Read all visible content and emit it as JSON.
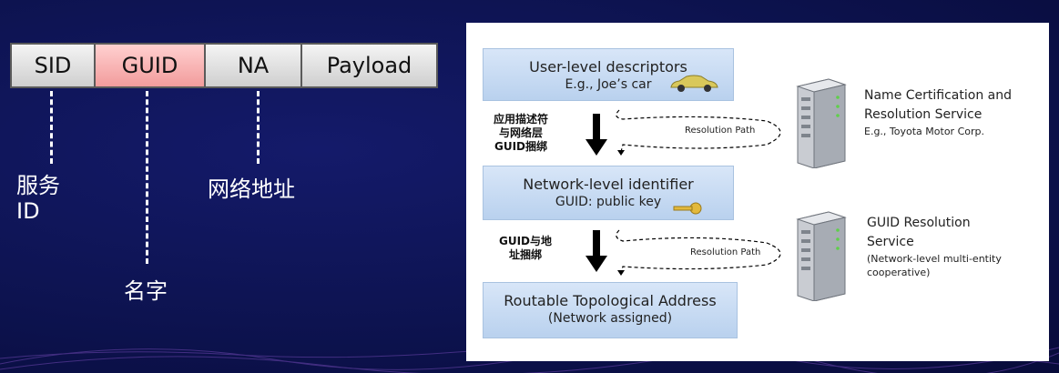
{
  "packet_fields": {
    "sid": "SID",
    "guid": "GUID",
    "na": "NA",
    "payload": "Payload"
  },
  "field_labels": {
    "sid": "服务\nID",
    "guid": "名字",
    "na": "网络地址"
  },
  "diagram": {
    "user_box": {
      "title": "User-level descriptors",
      "example": "E.g., Joe’s car",
      "icon": "car-icon"
    },
    "network_box": {
      "title": "Network-level identifier",
      "example": "GUID: public key",
      "icon": "key-icon"
    },
    "address_box": {
      "title": "Routable Topological Address",
      "example": "(Network assigned)"
    },
    "binding1": "应用描述符\n与网络层\nGUID捆绑",
    "binding2": "GUID与地\n址捆绑",
    "resolution_path_1": "Resolution Path",
    "resolution_path_2": "Resolution Path",
    "service1": {
      "line1": "Name Certification and",
      "line2": "Resolution Service",
      "example": "E.g., Toyota Motor Corp.",
      "icon": "server-icon"
    },
    "service2": {
      "line1": "GUID Resolution",
      "line2": "Service",
      "detail1": "(Network-level multi-entity",
      "detail2": "cooperative)",
      "icon": "server-icon"
    }
  }
}
